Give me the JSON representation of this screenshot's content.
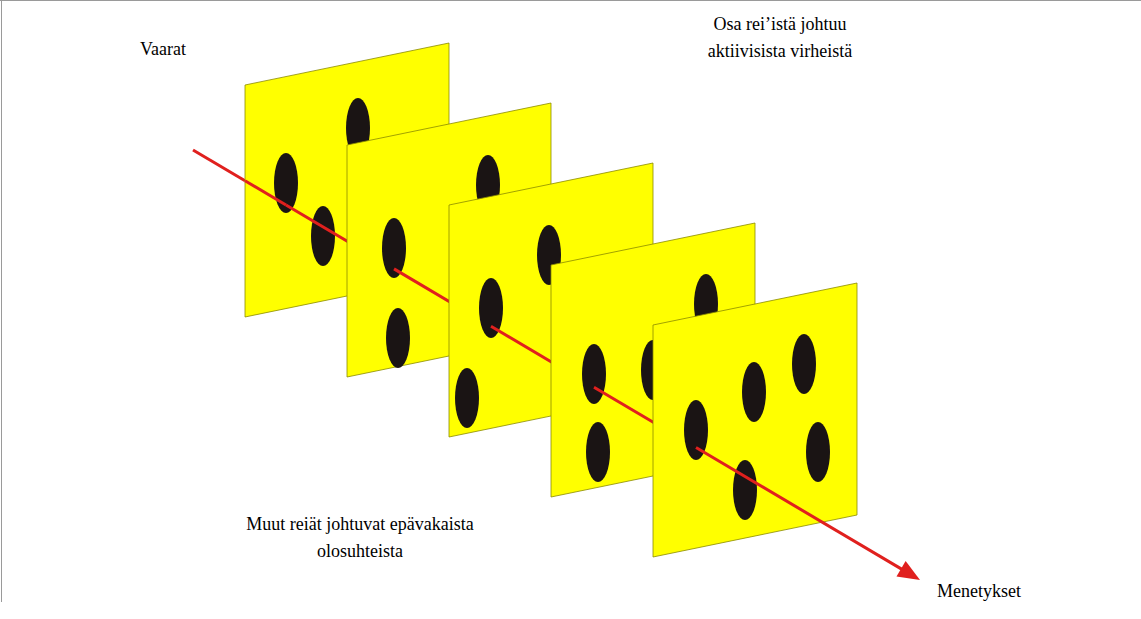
{
  "diagram": {
    "labels": [
      "Vaarat",
      "Osa rei’istä johtuu aktiivisista virheistä",
      "Muut reiät johtuvat epävakaista olosuhteista",
      "Menetykset"
    ]
  }
}
